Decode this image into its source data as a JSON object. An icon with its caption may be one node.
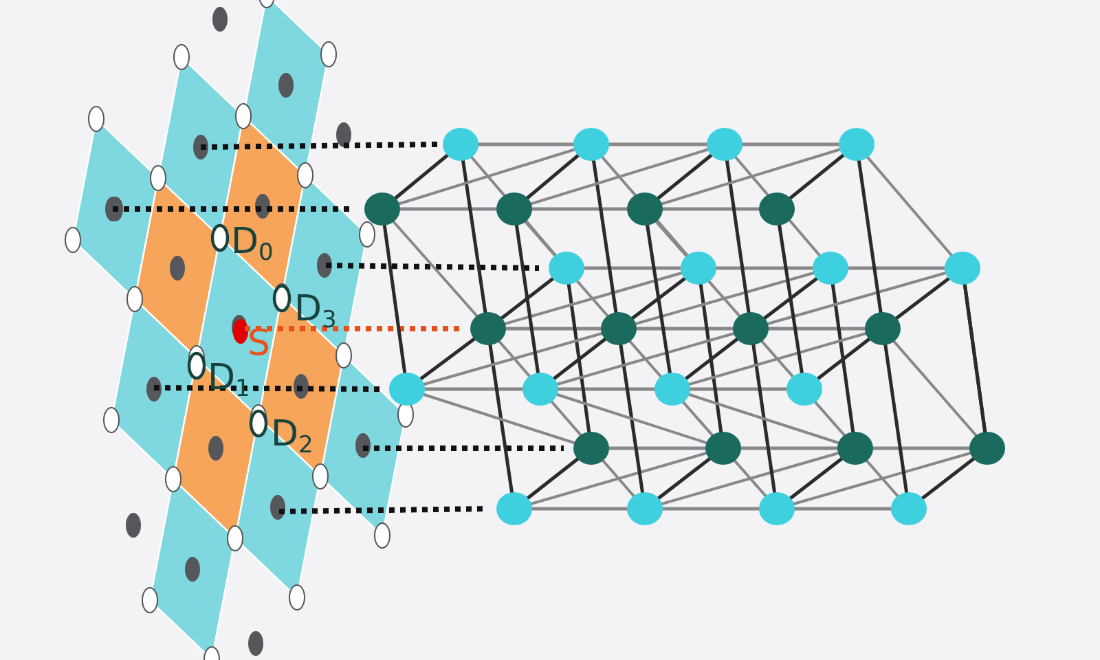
{
  "diagram": {
    "labels": [
      "D$_{0}$",
      "D$_{3}$",
      "S",
      "D$_{1}$",
      "D$_{2}$"
    ]
  }
}
